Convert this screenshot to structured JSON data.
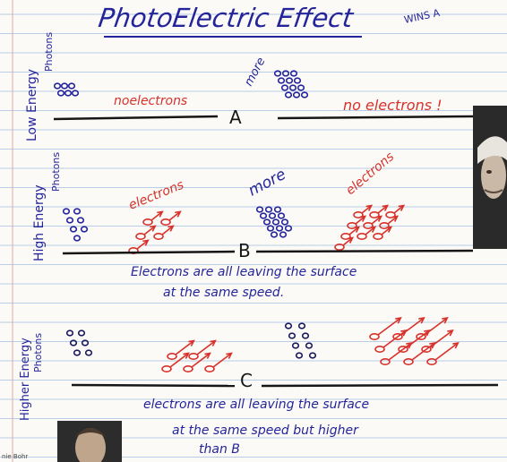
{
  "title": "PhotoElectric Effect",
  "corner_note": "WINS A",
  "colors": {
    "paper": "#fbfaf6",
    "rule_line": "#b9cde6",
    "margin_line": "#e2a7a7",
    "ink_blue": "#24259a",
    "ink_red": "#d8312b",
    "ink_black": "#161616"
  },
  "rows": [
    {
      "side_label": [
        "Low Energy",
        "Photons"
      ],
      "panels": [
        {
          "top_note": "",
          "photons": 6,
          "result": "noelectrons",
          "result_kind": "none"
        },
        {
          "top_note": "more",
          "photons": 12,
          "result": "no electrons !",
          "result_kind": "none"
        }
      ],
      "marker": "A",
      "caption": []
    },
    {
      "side_label": [
        "High Energy",
        "Photons"
      ],
      "panels": [
        {
          "top_note": "",
          "photons": 7,
          "result": "electrons",
          "result_kind": "arrows",
          "arrows": 5
        },
        {
          "top_note": "more",
          "photons": 14,
          "result": "electrons",
          "result_kind": "arrows",
          "arrows": 10
        }
      ],
      "marker": "B",
      "caption": [
        "Electrons are all leaving the surface",
        "at the same speed."
      ]
    },
    {
      "side_label": [
        "Higher Energy",
        "Photons"
      ],
      "panels": [
        {
          "top_note": "",
          "photons": 6,
          "result": "",
          "result_kind": "long-arrows",
          "arrows": 5
        },
        {
          "top_note": "",
          "photons": 8,
          "result": "",
          "result_kind": "long-arrows",
          "arrows": 9
        }
      ],
      "marker": "C",
      "caption": [
        "electrons are all leaving the surface",
        "at the same speed but higher",
        "than B"
      ]
    }
  ],
  "photos": {
    "right": "einstein-portrait-photo",
    "bottom": "scientist-portrait-photo"
  }
}
